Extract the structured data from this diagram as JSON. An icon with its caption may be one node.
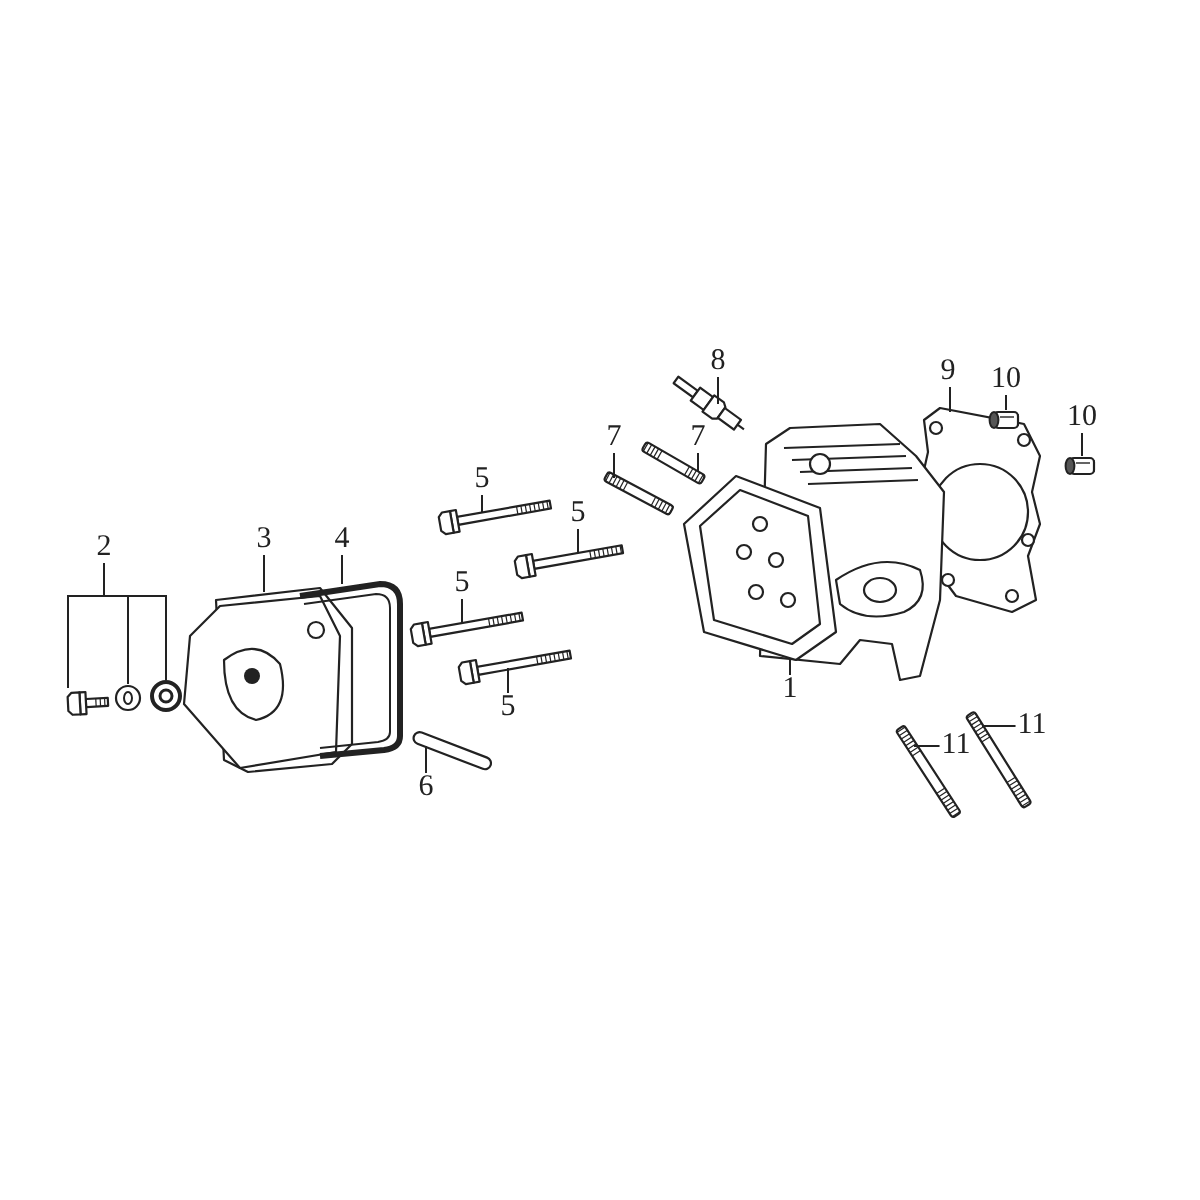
{
  "diagram": {
    "nodes": [
      {
        "text": [
          "2"
        ]
      },
      {
        "text": [
          "3"
        ]
      },
      {
        "text": [
          "4"
        ]
      },
      {
        "text": [
          "5"
        ]
      },
      {
        "text": [
          "5"
        ]
      },
      {
        "text": [
          "5"
        ]
      },
      {
        "text": [
          "5"
        ]
      },
      {
        "text": [
          "6"
        ]
      },
      {
        "text": [
          "7"
        ]
      },
      {
        "text": [
          "7"
        ]
      },
      {
        "text": [
          "8"
        ]
      },
      {
        "text": [
          "9"
        ]
      },
      {
        "text": [
          "10"
        ]
      },
      {
        "text": [
          "10"
        ]
      },
      {
        "text": [
          "1"
        ]
      },
      {
        "text": [
          "11"
        ]
      },
      {
        "text": [
          "11"
        ]
      },
      {
        "text": [],
        "shape": "picture"
      },
      {
        "text": [],
        "shape": "picture"
      },
      {
        "text": [],
        "shape": "picture"
      },
      {
        "text": [],
        "shape": "picture"
      },
      {
        "text": [],
        "shape": "picture"
      },
      {
        "text": [],
        "shape": "picture"
      },
      {
        "text": [],
        "shape": "picture"
      },
      {
        "text": [],
        "shape": "picture"
      },
      {
        "text": [],
        "shape": "picture"
      },
      {
        "text": [],
        "shape": "picture"
      },
      {
        "text": [],
        "shape": "picture"
      },
      {
        "text": [],
        "shape": "picture"
      },
      {
        "text": [],
        "shape": "picture"
      },
      {
        "text": [],
        "shape": "picture"
      },
      {
        "text": [],
        "shape": "picture"
      },
      {
        "text": [],
        "shape": "picture"
      },
      {
        "text": [],
        "shape": "picture"
      },
      {
        "text": [],
        "shape": "picture"
      },
      {
        "text": [],
        "shape": "picture"
      }
    ],
    "edges": [
      {
        "from": 0,
        "to": 17,
        "arrow": "none"
      },
      {
        "from": 0,
        "to": 18,
        "arrow": "none"
      },
      {
        "from": 0,
        "to": 19,
        "arrow": "none"
      },
      {
        "from": 1,
        "to": 20,
        "arrow": "none"
      },
      {
        "from": 2,
        "to": 21,
        "arrow": "none"
      },
      {
        "from": 3,
        "to": 22,
        "arrow": "none"
      },
      {
        "from": 4,
        "to": 23,
        "arrow": "none"
      },
      {
        "from": 5,
        "to": 24,
        "arrow": "none"
      },
      {
        "from": 6,
        "to": 25,
        "arrow": "none"
      },
      {
        "from": 7,
        "to": 26,
        "arrow": "none"
      },
      {
        "from": 8,
        "to": 27,
        "arrow": "none"
      },
      {
        "from": 9,
        "to": 28,
        "arrow": "none"
      },
      {
        "from": 10,
        "to": 29,
        "arrow": "none"
      },
      {
        "from": 11,
        "to": 30,
        "arrow": "none"
      },
      {
        "from": 12,
        "to": 31,
        "arrow": "none"
      },
      {
        "from": 13,
        "to": 32,
        "arrow": "none"
      },
      {
        "from": 14,
        "to": 33,
        "arrow": "none"
      },
      {
        "from": 15,
        "to": 34,
        "arrow": "none"
      },
      {
        "from": 16,
        "to": 35,
        "arrow": "none"
      }
    ]
  }
}
